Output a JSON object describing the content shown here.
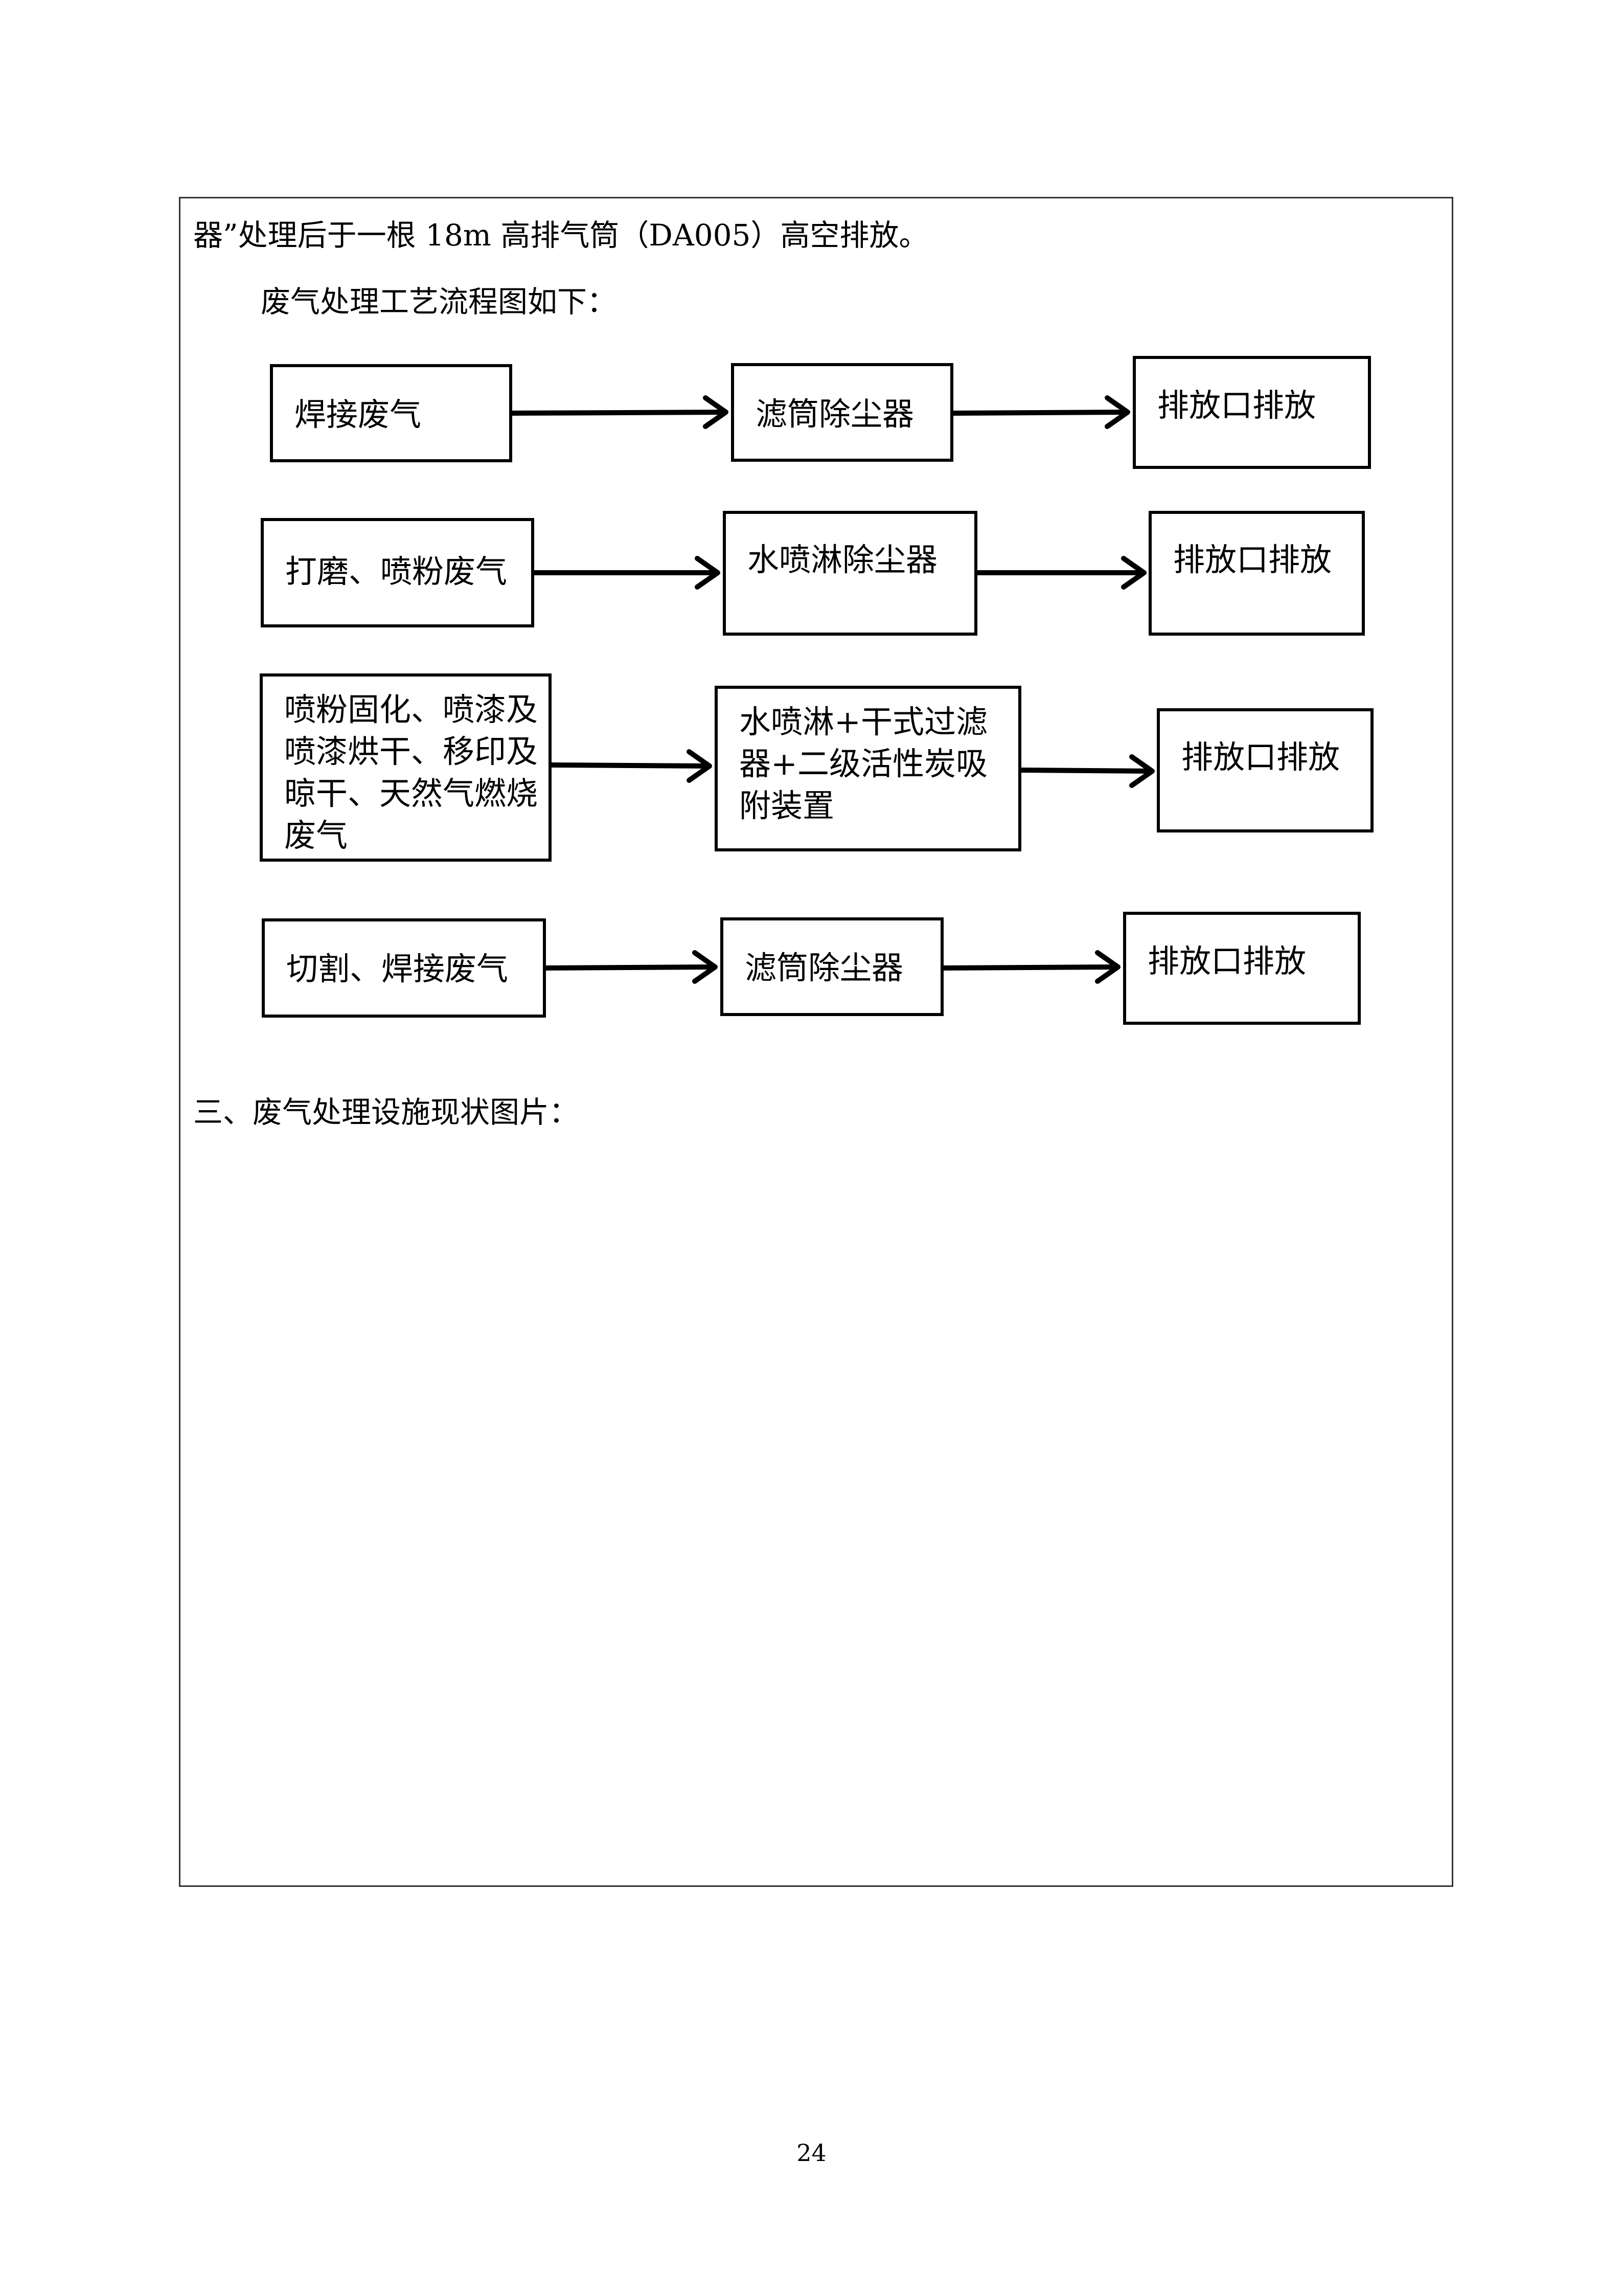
{
  "text": {
    "line1": "器”处理后于一根 18m 高排气筒（DA005）高空排放。",
    "line2": "废气处理工艺流程图如下：",
    "section3": "三、废气处理设施现状图片：",
    "page_number": "24"
  },
  "flow": {
    "row1": {
      "source": "焊接废气",
      "treatment": "滤筒除尘器",
      "outlet": "排放口排放"
    },
    "row2": {
      "source": "打磨、喷粉废气",
      "treatment": "水喷淋除尘器",
      "outlet": "排放口排放"
    },
    "row3": {
      "source": [
        "喷粉固化、喷漆及",
        "喷漆烘干、移印及",
        "晾干、天然气燃烧",
        "废气"
      ],
      "treatment": [
        "水喷淋+干式过滤",
        "器+二级活性炭吸",
        "附装置"
      ],
      "outlet": "排放口排放"
    },
    "row4": {
      "source": "切割、焊接废气",
      "treatment": "滤筒除尘器",
      "outlet": "排放口排放"
    }
  }
}
